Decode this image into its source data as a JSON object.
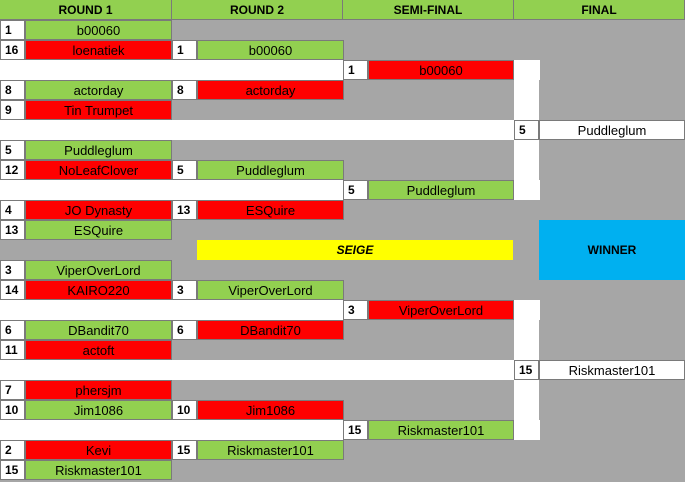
{
  "headers": [
    "ROUND 1",
    "ROUND 2",
    "SEMI-FINAL",
    "FINAL"
  ],
  "round1": [
    {
      "seed": "1",
      "name": "b00060",
      "result": "win"
    },
    {
      "seed": "16",
      "name": "loenatiek",
      "result": "lose"
    },
    {
      "seed": "8",
      "name": "actorday",
      "result": "win"
    },
    {
      "seed": "9",
      "name": "Tin Trumpet",
      "result": "lose"
    },
    {
      "seed": "5",
      "name": "Puddleglum",
      "result": "win"
    },
    {
      "seed": "12",
      "name": "NoLeafClover",
      "result": "lose"
    },
    {
      "seed": "4",
      "name": "JO Dynasty",
      "result": "lose"
    },
    {
      "seed": "13",
      "name": "ESQuire",
      "result": "win"
    },
    {
      "seed": "3",
      "name": "ViperOverLord",
      "result": "win"
    },
    {
      "seed": "14",
      "name": "KAIRO220",
      "result": "lose"
    },
    {
      "seed": "6",
      "name": "DBandit70",
      "result": "win"
    },
    {
      "seed": "11",
      "name": "actoft",
      "result": "lose"
    },
    {
      "seed": "7",
      "name": "phersjm",
      "result": "lose"
    },
    {
      "seed": "10",
      "name": "Jim1086",
      "result": "win"
    },
    {
      "seed": "2",
      "name": "Kevi",
      "result": "lose"
    },
    {
      "seed": "15",
      "name": "Riskmaster101",
      "result": "win"
    }
  ],
  "round2": [
    {
      "seed": "1",
      "name": "b00060",
      "result": "win"
    },
    {
      "seed": "8",
      "name": "actorday",
      "result": "lose"
    },
    {
      "seed": "5",
      "name": "Puddleglum",
      "result": "win"
    },
    {
      "seed": "13",
      "name": "ESQuire",
      "result": "lose"
    },
    {
      "seed": "3",
      "name": "ViperOverLord",
      "result": "win"
    },
    {
      "seed": "6",
      "name": "DBandit70",
      "result": "lose"
    },
    {
      "seed": "10",
      "name": "Jim1086",
      "result": "lose"
    },
    {
      "seed": "15",
      "name": "Riskmaster101",
      "result": "win"
    }
  ],
  "semifinal": [
    {
      "seed": "1",
      "name": "b00060",
      "result": "lose"
    },
    {
      "seed": "5",
      "name": "Puddleglum",
      "result": "win"
    },
    {
      "seed": "3",
      "name": "ViperOverLord",
      "result": "lose"
    },
    {
      "seed": "15",
      "name": "Riskmaster101",
      "result": "win"
    }
  ],
  "final": [
    {
      "seed": "5",
      "name": "Puddleglum"
    },
    {
      "seed": "15",
      "name": "Riskmaster101"
    }
  ],
  "seige_label": "SEIGE",
  "winner_label": "WINNER",
  "colors": {
    "win": "#92d050",
    "lose": "#ff0000",
    "winner_box": "#00b0f0",
    "seige": "#ffff00"
  }
}
